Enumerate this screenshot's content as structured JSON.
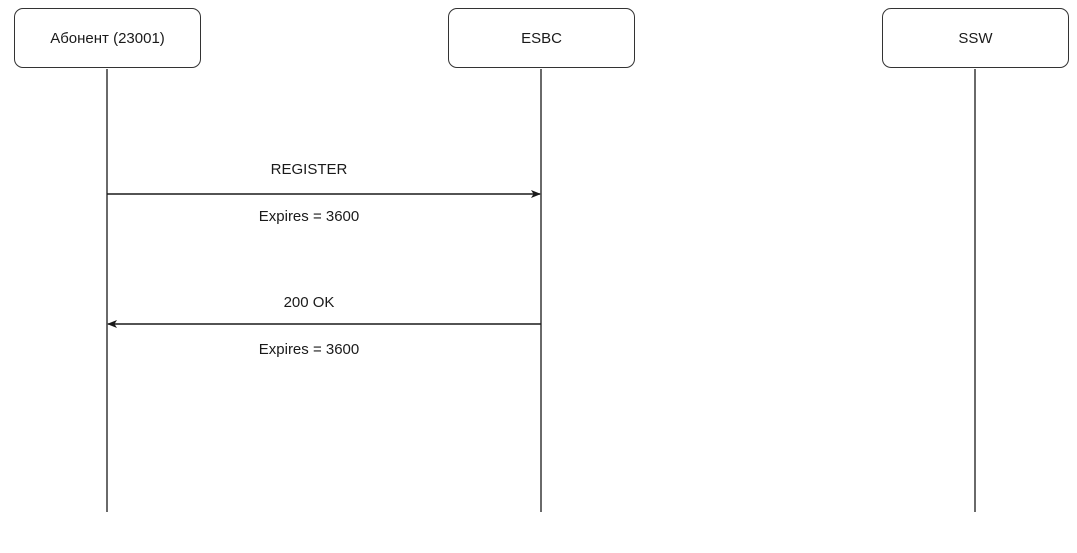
{
  "participants": {
    "subscriber": "Абонент (23001)",
    "esbc": "ESBC",
    "ssw": "SSW"
  },
  "messages": [
    {
      "label": "REGISTER",
      "detail": "Expires = 3600",
      "from": "subscriber",
      "to": "esbc"
    },
    {
      "label": "200 OK",
      "detail": "Expires = 3600",
      "from": "esbc",
      "to": "subscriber"
    }
  ],
  "colors": {
    "line": "#1a1a1a",
    "box_border": "#333333"
  }
}
